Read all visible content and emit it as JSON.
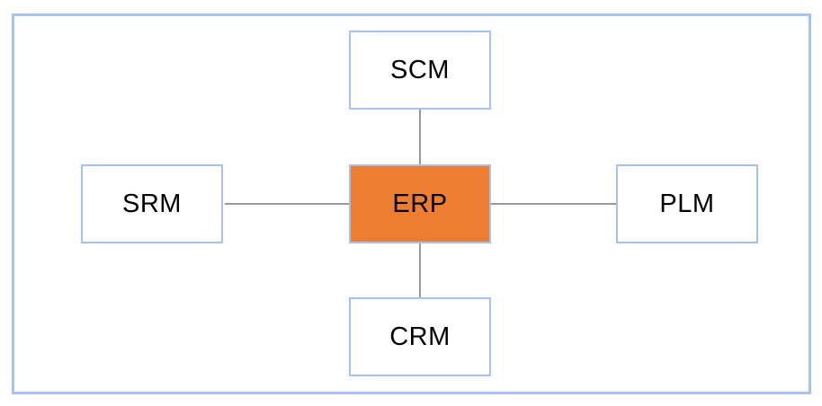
{
  "diagram": {
    "type": "hub-and-spoke",
    "nodes": [
      {
        "id": "scm",
        "label": "SCM",
        "fill": "#ffffff",
        "position": "top"
      },
      {
        "id": "srm",
        "label": "SRM",
        "fill": "#ffffff",
        "position": "left"
      },
      {
        "id": "erp",
        "label": "ERP",
        "fill": "#ed7d31",
        "position": "center"
      },
      {
        "id": "plm",
        "label": "PLM",
        "fill": "#ffffff",
        "position": "right"
      },
      {
        "id": "crm",
        "label": "CRM",
        "fill": "#ffffff",
        "position": "bottom"
      }
    ],
    "edges": [
      {
        "from": "erp",
        "to": "scm"
      },
      {
        "from": "erp",
        "to": "srm"
      },
      {
        "from": "erp",
        "to": "plm"
      },
      {
        "from": "erp",
        "to": "crm"
      }
    ],
    "colors": {
      "frame_border": "#a4c2f4",
      "node_border": "#a4c2f4",
      "center_node_fill": "#ed7d31",
      "node_fill": "#ffffff",
      "connector": "#999999",
      "label_text": "#000000"
    }
  }
}
